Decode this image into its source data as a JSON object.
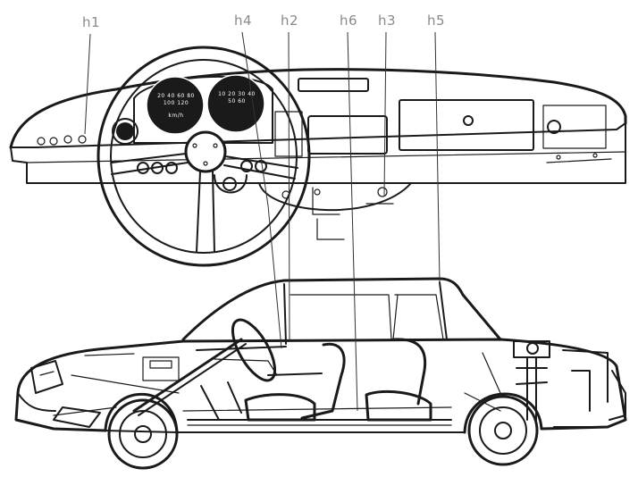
{
  "callouts": [
    {
      "id": "h1",
      "text": "h1"
    },
    {
      "id": "h4",
      "text": "h4"
    },
    {
      "id": "h2",
      "text": "h2"
    },
    {
      "id": "h6",
      "text": "h6"
    },
    {
      "id": "h3",
      "text": "h3"
    },
    {
      "id": "h5",
      "text": "h5"
    }
  ],
  "gauges": {
    "speedometer_text": "20 40 60 80 100 120",
    "tachometer_text": "10 20 30 40 50 60",
    "speedometer_unit": "km/h"
  }
}
